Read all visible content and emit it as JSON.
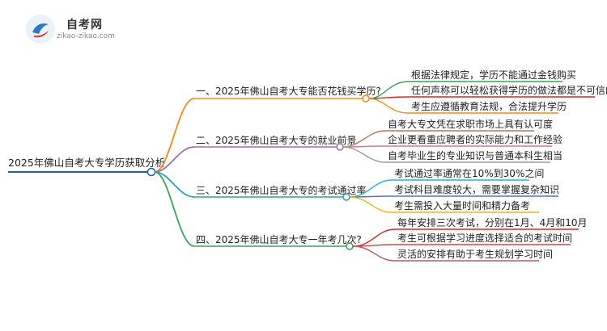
{
  "logo": {
    "title": "自考网",
    "url": "zikao-zikao.com"
  },
  "root": {
    "label": "2025年佛山自考大专学历获取分析",
    "color": "#1f5f9e"
  },
  "branches": [
    {
      "label": "一、2025年佛山自考大专能否花钱买学历?",
      "color": "#f08a1c",
      "leaf_color": "#3aa35b",
      "leaves": [
        "根据法律规定，学历不能通过金钱购买",
        "任何声称可以轻松获得学历的做法都是不可信的",
        "考生应遵循教育法规，合法提升学历"
      ],
      "leaf_colors": [
        "#3aa35b",
        "#d2262c",
        "#f08a1c"
      ]
    },
    {
      "label": "二、2025年佛山自考大专的就业前景",
      "color": "#9a6fb0",
      "leaves": [
        "自考大专文凭在求职市场上具有认可度",
        "企业更看重应聘者的实际能力和工作经验",
        "自考毕业生的专业知识与普通本科生相当"
      ],
      "leaf_colors": [
        "#b07a5a",
        "#d872a8",
        "#9a9a9a"
      ]
    },
    {
      "label": "三、2025年佛山自考大专的考试通过率",
      "color": "#2aa3a9",
      "leaves": [
        "考试通过率通常在10%到30%之间",
        "考试科目难度较大，需要掌握复杂知识",
        "考生需投入大量时间和精力备考"
      ],
      "leaf_colors": [
        "#1ab7c9",
        "#5a74b8",
        "#f0b21c"
      ]
    },
    {
      "label": "四、2025年佛山自考大专一年考几次?",
      "color": "#3aa35b",
      "leaves": [
        "每年安排三次考试，分别在1月、4月和10月",
        "考生可根据学习进度选择适合的考试时间",
        "灵活的安排有助于考生规划学习时间"
      ],
      "leaf_colors": [
        "#d2262c",
        "#c24a4a",
        "#b05a6a"
      ]
    }
  ]
}
